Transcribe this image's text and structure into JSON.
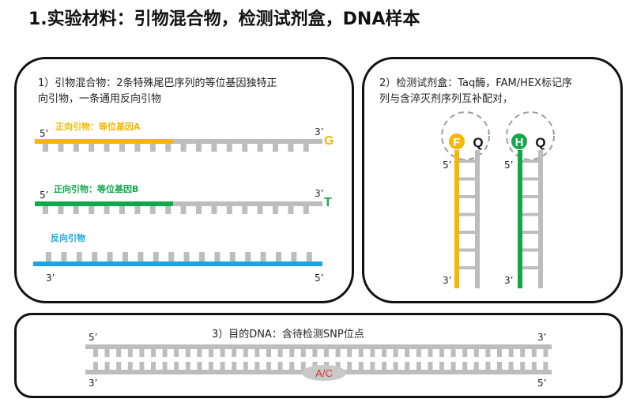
{
  "title": "1.实验材料：引物混合物，检测试剂盒，DNA样本",
  "panel1": {
    "text": "1）引物混合物：2条特殊尾巴序列的等位基因独特正向引物，一条通用反向引物",
    "text_line1": "1）引物混合物：2条特殊尾巴序列的等位基因独特正",
    "text_line2": "向引物，一条通用反向引物",
    "primer_a_label": "正向引物：等位基因A",
    "primer_b_label": "正向引物：等位基因B",
    "reverse_label": "反向引物",
    "primer_a_nuc": "G",
    "primer_b_nuc": "T",
    "five_prime": "5’",
    "three_prime": "3’"
  },
  "panel2": {
    "text_line1": "2）检测试剂盒：Taq酶，FAM/HEX标记序",
    "text_line2": "列与含淬灭剂序列互补配对，",
    "fam_letter": "F",
    "hex_letter": "H",
    "quencher": "Q",
    "five_prime": "5’",
    "three_prime": "3’"
  },
  "panel3": {
    "text": "3）目的DNA：含待检测SNP位点",
    "snp": "A/C",
    "five_prime": "5’",
    "three_prime": "3’"
  },
  "colors": {
    "allele_a": "#F5B700",
    "allele_b": "#11A84A",
    "reverse": "#19A6E2",
    "strand": "#BDBDBD",
    "tooth": "#BDBDBD",
    "snp_fill": "#C9C9C9",
    "snp_text": "#D9302C"
  }
}
